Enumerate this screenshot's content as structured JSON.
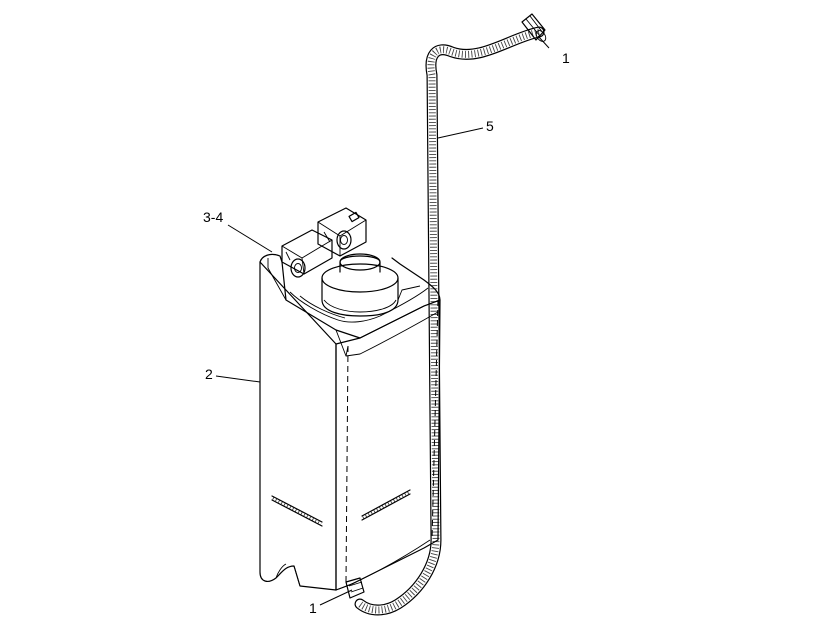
{
  "diagram": {
    "callouts": {
      "clamp_top": "1",
      "clamp_bottom": "1",
      "tank": "2",
      "cap_fitting": "3-4",
      "hose": "5"
    }
  }
}
